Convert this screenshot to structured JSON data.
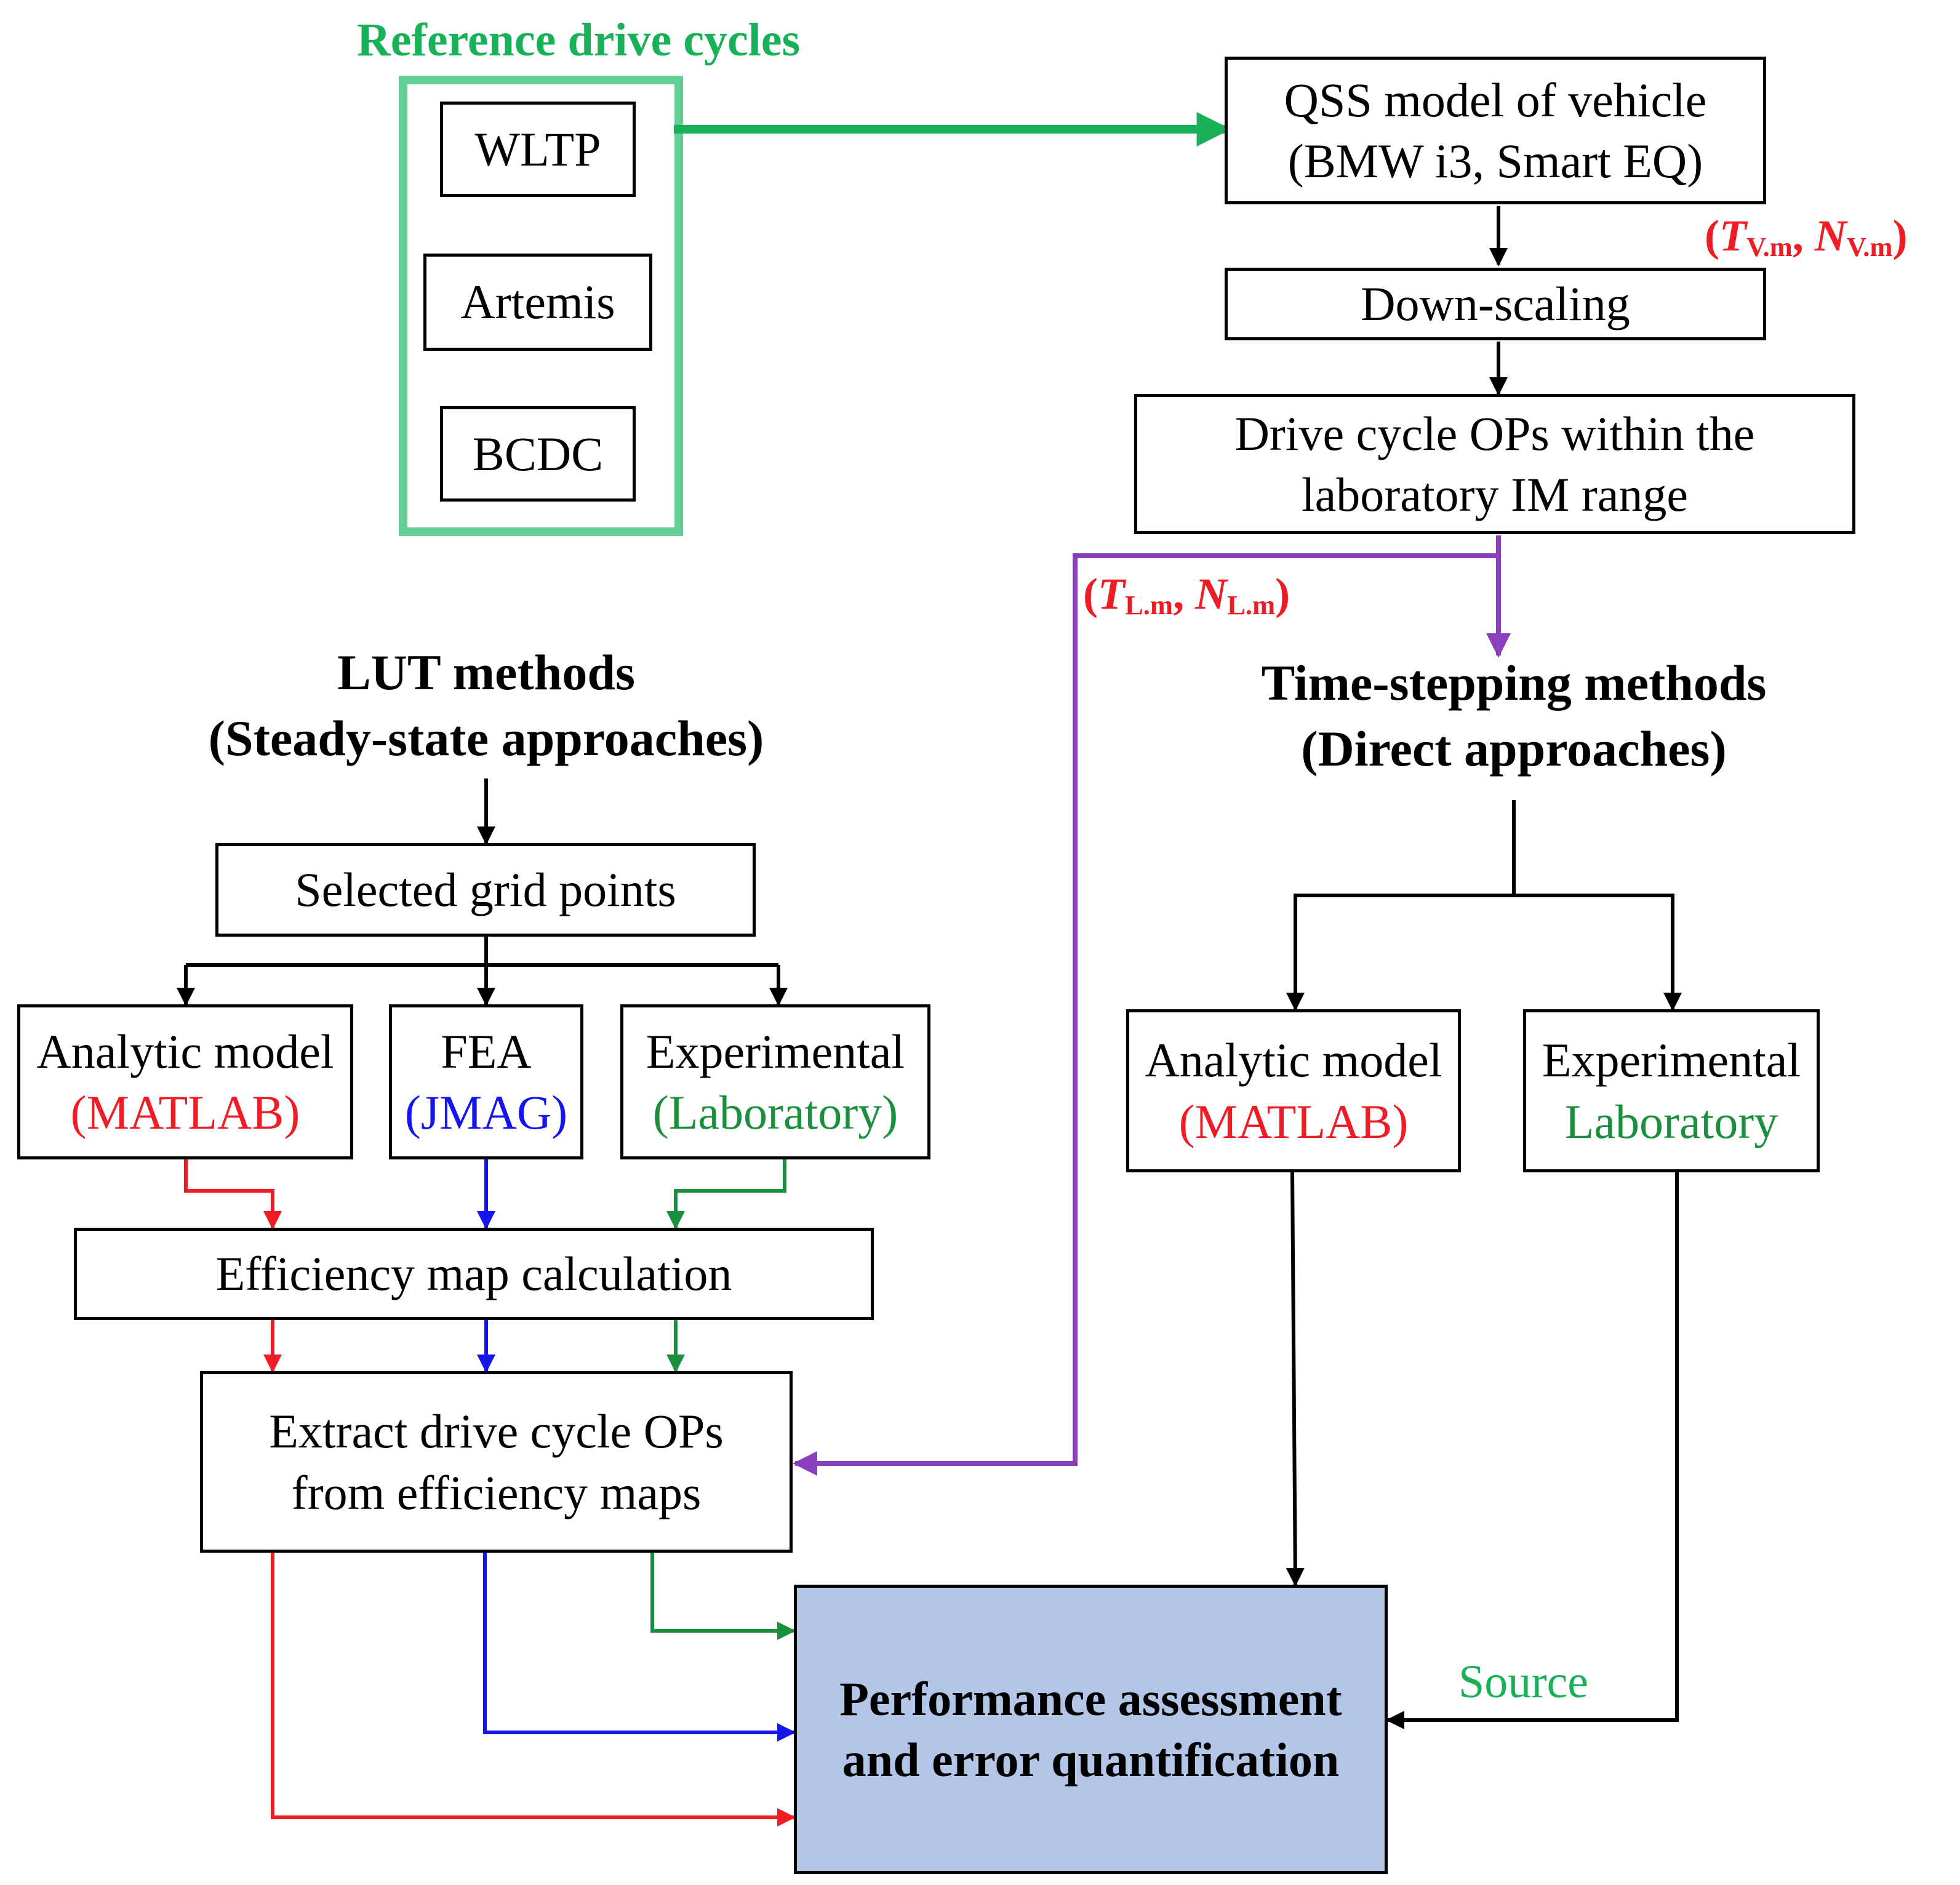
{
  "colors": {
    "black": "#000000",
    "red": "#ee1c25",
    "blue": "#1515ee",
    "green": "#1a8f3c",
    "cycle_green": "#19b157",
    "cycle_frame": "#63cf96",
    "purple": "#8a3fbf",
    "result_fill": "#b4c6e7"
  },
  "drive_cycles": {
    "title": "Reference drive cycles",
    "items": [
      "WLTP",
      "Artemis",
      "BCDC"
    ]
  },
  "vehicle_path": {
    "qss_line1": "QSS model of vehicle",
    "qss_line2": "(BMW i3, Smart EQ)",
    "vehicle_label": {
      "open": "(",
      "t": "T",
      "t_sub": "V.m",
      "sep": ", ",
      "n": "N",
      "n_sub": "V.m",
      "close": ")"
    },
    "downscaling": "Down-scaling",
    "ops_line1": "Drive cycle OPs within the",
    "ops_line2": "laboratory IM range",
    "lab_label": {
      "open": "(",
      "t": "T",
      "t_sub": "L.m",
      "sep": ", ",
      "n": "N",
      "n_sub": "L.m",
      "close": ")"
    }
  },
  "lut": {
    "heading_line1": "LUT methods",
    "heading_line2": "(Steady-state approaches)",
    "grid_points": "Selected grid points",
    "analytic": {
      "name": "Analytic model",
      "tool": "(MATLAB)"
    },
    "fea": {
      "name": "FEA",
      "tool": "(JMAG)"
    },
    "experimental": {
      "name": "Experimental",
      "tool": "(Laboratory)"
    },
    "efficiency_map": "Efficiency map calculation",
    "extract_line1": "Extract drive cycle OPs",
    "extract_line2": "from efficiency maps"
  },
  "time_stepping": {
    "heading_line1": "Time-stepping methods",
    "heading_line2": "(Direct approaches)",
    "analytic": {
      "name": "Analytic model",
      "tool": "(MATLAB)"
    },
    "experimental": {
      "name": "Experimental",
      "tool": "Laboratory"
    }
  },
  "result": {
    "line1": "Performance assessment",
    "line2": "and error quantification",
    "source_label": "Source"
  }
}
